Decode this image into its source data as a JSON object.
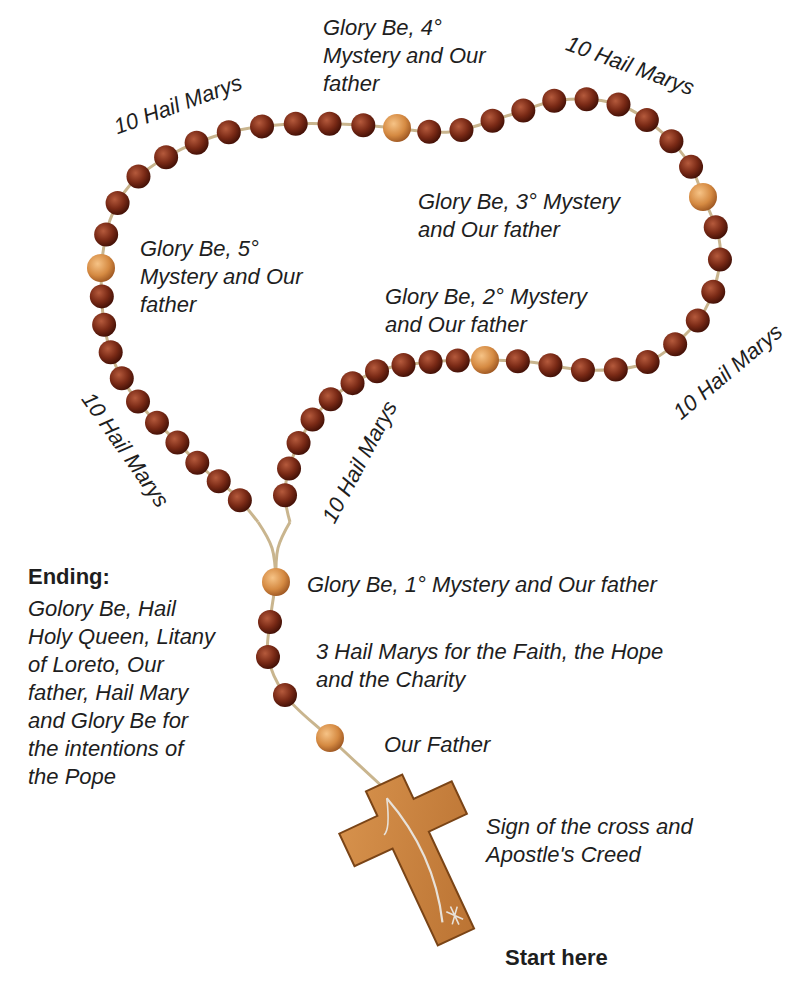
{
  "diagram": {
    "labels": [
      "Glory Be, 4° Mystery and Our father",
      "10 Hail Marys",
      "10 Hail Marys",
      "Glory Be, 3° Mystery and Our father",
      "Glory Be, 5° Mystery and Our father",
      "Glory Be, 2° Mystery and Our father",
      "10 Hail Marys",
      "10 Hail Marys",
      "10 Hail Marys",
      "Ending:",
      "Golory Be, Hail Holy Queen, Litany of Loreto, Our father, Hail Mary and Glory Be for the intentions of the Pope",
      "Glory Be, 1° Mystery and Our father",
      "3 Hail Marys for the Faith, the Hope and the Charity",
      "Our Father",
      "Sign of the cross and Apostle's Creed",
      "Start here"
    ]
  }
}
